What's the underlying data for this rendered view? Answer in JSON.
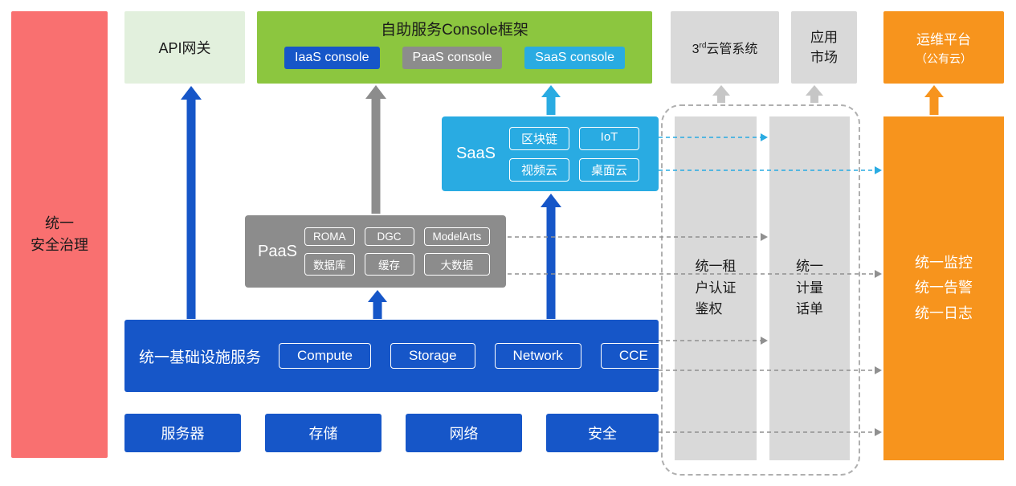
{
  "palette": {
    "red": "#F97070",
    "light_green": "#E2F0DD",
    "green": "#8CC63F",
    "blue": "#1656C8",
    "gray": "#8C8C8C",
    "light_gray": "#D9D9D9",
    "sky_blue": "#29ABE2",
    "orange": "#F7941D"
  },
  "security_bar": {
    "label": "统一\n安全治理"
  },
  "api_gateway": {
    "label": "API网关"
  },
  "console_frame": {
    "title": "自助服务Console框架",
    "iaas": "IaaS console",
    "paas": "PaaS console",
    "saas": "SaaS console"
  },
  "third_cloud": {
    "num": "3",
    "sup": "rd",
    "rest": "云管系统"
  },
  "app_market": {
    "label": "应用\n市场"
  },
  "om_platform": {
    "title": "运维平台",
    "subtitle": "（公有云）"
  },
  "saas_block": {
    "label": "SaaS",
    "items": [
      "区块链",
      "IoT",
      "视频云",
      "桌面云"
    ]
  },
  "paas_block": {
    "label": "PaaS",
    "items": [
      "ROMA",
      "DGC",
      "ModelArts",
      "数据库",
      "缓存",
      "大数据"
    ]
  },
  "infra_block": {
    "label": "统一基础设施服务",
    "items": [
      "Compute",
      "Storage",
      "Network",
      "CCE"
    ]
  },
  "resources": [
    "服务器",
    "存储",
    "网络",
    "安全"
  ],
  "right_panel": {
    "auth": "统一租\n户认证\n鉴权",
    "metering": "统一\n计量\n话单",
    "monitoring": "统一监控\n统一告警\n统一日志"
  }
}
